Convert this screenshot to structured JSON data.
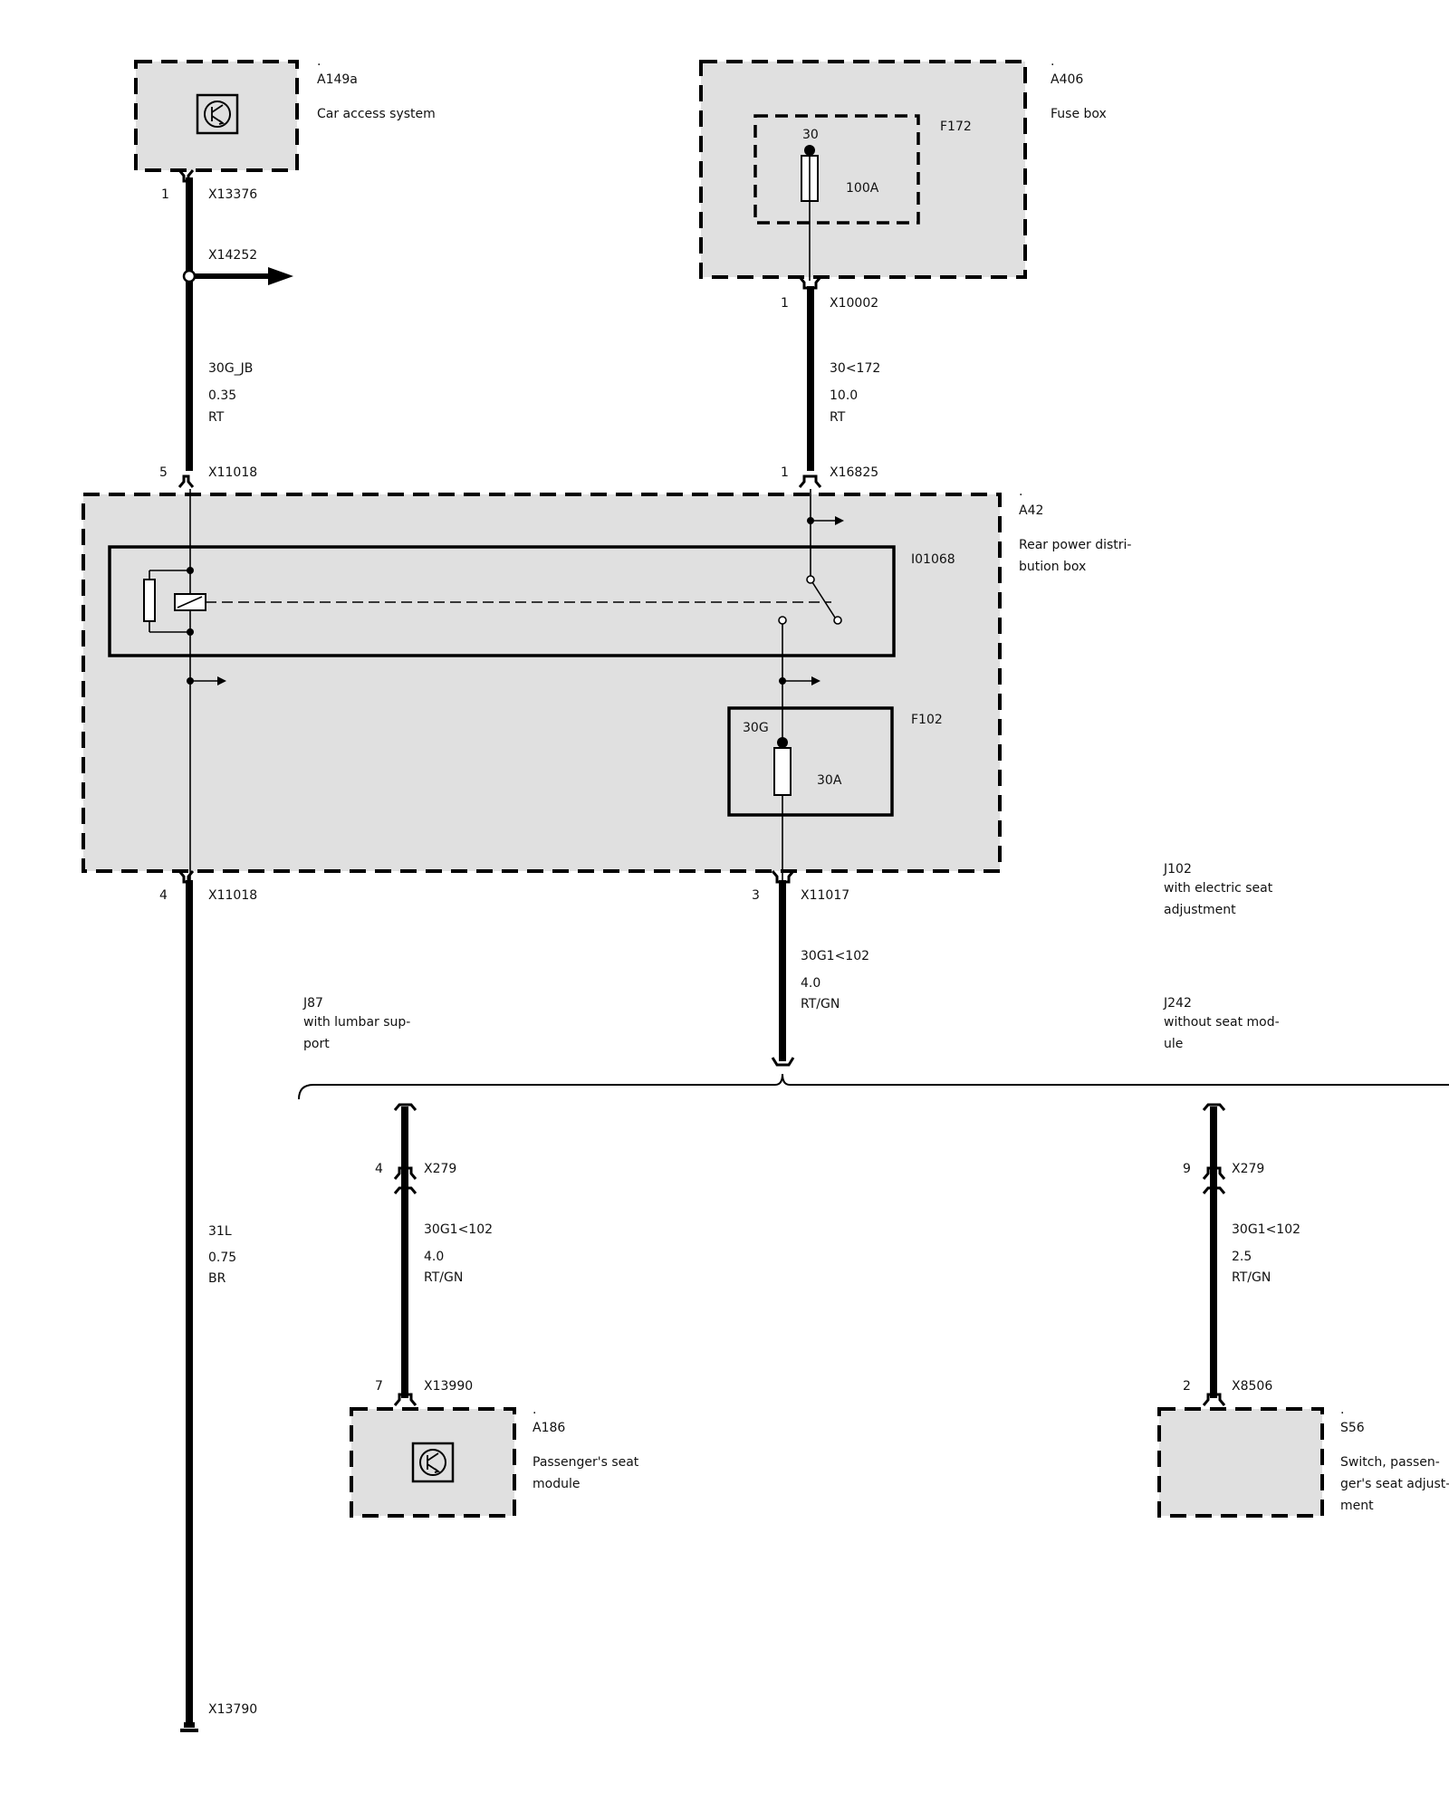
{
  "components": {
    "a149a": {
      "dot": ".",
      "id": "A149a",
      "name": "Car access system",
      "connector": "X13376",
      "pin": "1"
    },
    "a406": {
      "dot": ".",
      "id": "A406",
      "name": "Fuse box",
      "connector": "X10002",
      "pin": "1",
      "fuse": {
        "id": "F172",
        "terminal": "30",
        "rating": "100A"
      }
    },
    "a42": {
      "dot": ".",
      "id": "A42",
      "name_line1": "Rear power distri-",
      "name_line2": "bution box",
      "relay_id": "I01068",
      "fuse": {
        "id": "F102",
        "terminal": "30G",
        "rating": "30A"
      }
    },
    "a186": {
      "dot": ".",
      "id": "A186",
      "name_line1": "Passenger's seat",
      "name_line2": "module",
      "connector": "X13990",
      "pin": "7"
    },
    "s56": {
      "dot": ".",
      "id": "S56",
      "name_line1": "Switch, passen-",
      "name_line2": "ger's seat adjust-",
      "name_line3": "ment",
      "connector": "X8506",
      "pin": "2"
    }
  },
  "wires": {
    "w_access": {
      "signal": "30G_JB",
      "gauge": "0.35",
      "color": "RT"
    },
    "w_fuse": {
      "signal": "30<172",
      "gauge": "10.0",
      "color": "RT"
    },
    "w_ground": {
      "signal": "31L",
      "gauge": "0.75",
      "color": "BR"
    },
    "w_out": {
      "signal": "30G1<102",
      "gauge": "4.0",
      "color": "RT/GN"
    },
    "w_seatmod": {
      "signal": "30G1<102",
      "gauge": "4.0",
      "color": "RT/GN"
    },
    "w_switch": {
      "signal": "30G1<102",
      "gauge": "2.5",
      "color": "RT/GN"
    }
  },
  "connectors": {
    "x14252": "X14252",
    "x11018_in": {
      "label": "X11018",
      "pin": "5"
    },
    "x16825": {
      "label": "X16825",
      "pin": "1"
    },
    "x11018_out": {
      "label": "X11018",
      "pin": "4"
    },
    "x11017": {
      "label": "X11017",
      "pin": "3"
    },
    "x279_a": {
      "label": "X279",
      "pin": "4"
    },
    "x279_b": {
      "label": "X279",
      "pin": "9"
    },
    "x13790": "X13790"
  },
  "options": {
    "j87": {
      "code": "J87",
      "line1": "with lumbar sup-",
      "line2": "port"
    },
    "j102": {
      "code": "J102",
      "line1": "with electric seat",
      "line2": "adjustment"
    },
    "j242": {
      "code": "J242",
      "line1": "without seat mod-",
      "line2": "ule"
    }
  }
}
